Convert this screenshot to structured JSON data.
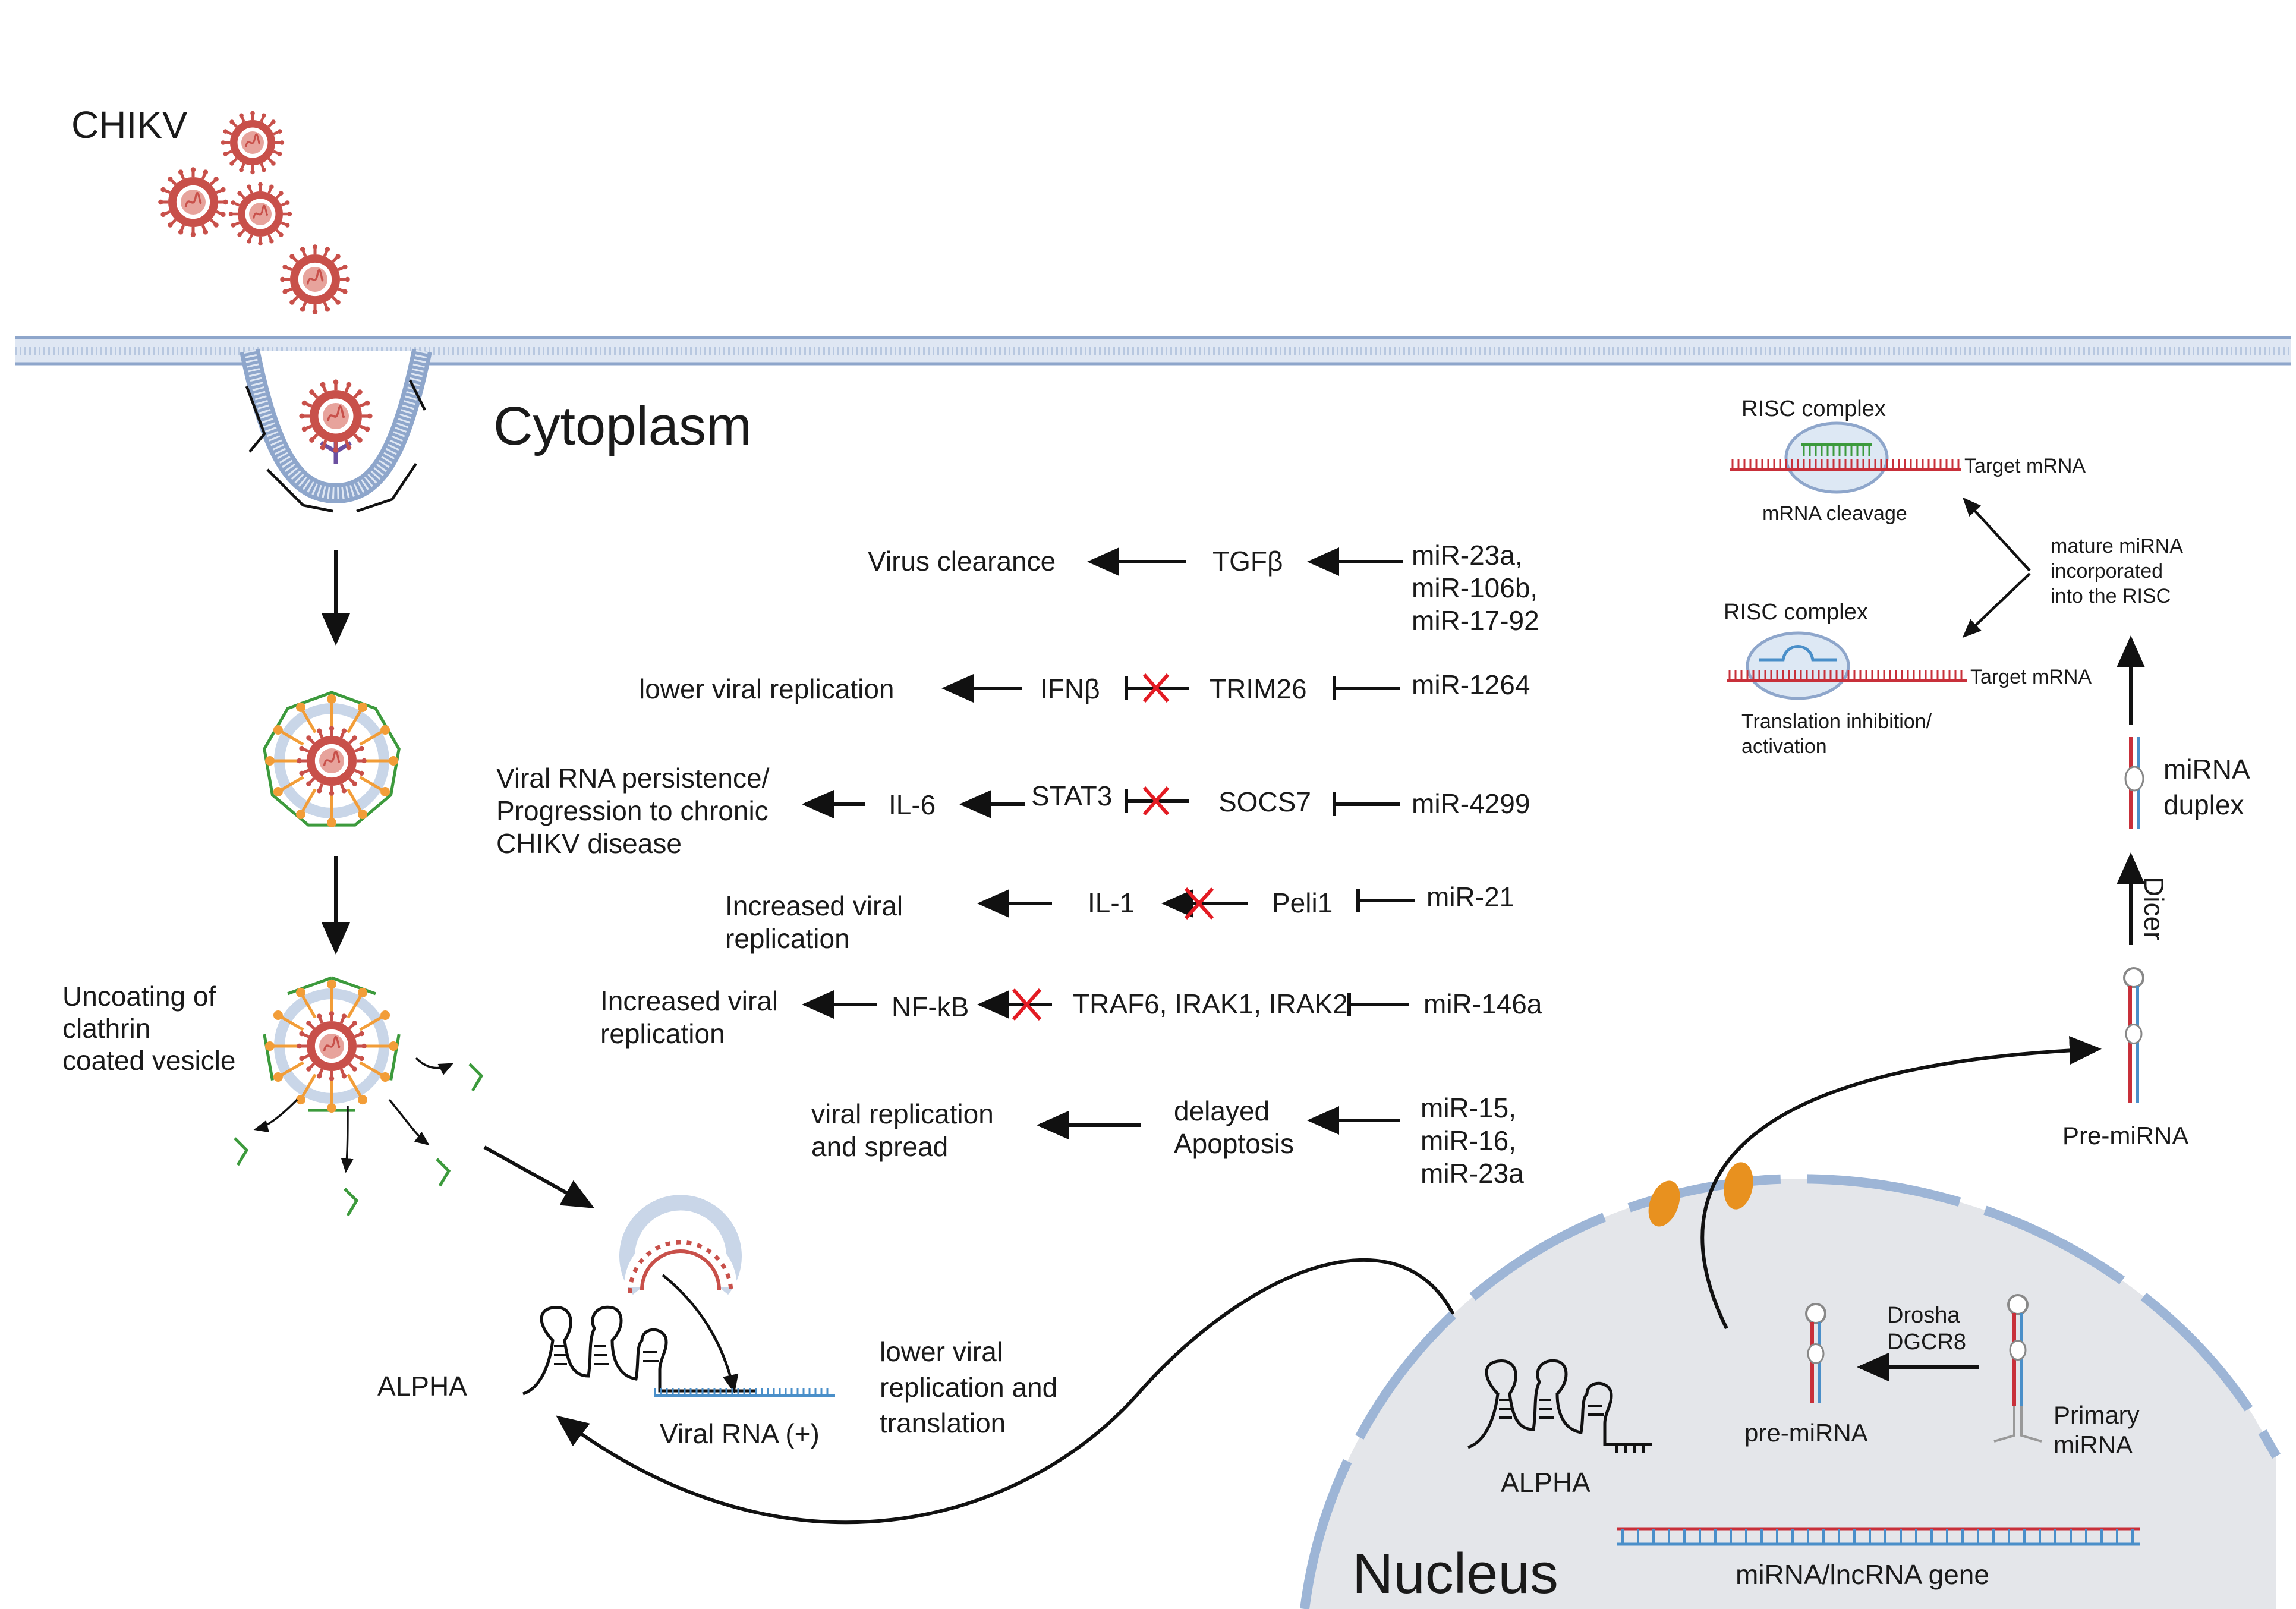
{
  "labels": {
    "chikv": "CHIKV",
    "cytoplasm": "Cytoplasm",
    "nucleus": "Nucleus",
    "uncoating": [
      "Uncoating of",
      "clathrin",
      "coated vesicle"
    ],
    "alpha_left": "ALPHA",
    "viral_rna": "Viral RNA (+)",
    "lower_translation": [
      "lower viral",
      "replication and",
      "translation"
    ],
    "alpha_nucleus": "ALPHA",
    "pre_mirna_nucleus": "pre-miRNA",
    "drosha": [
      "Drosha",
      "DGCR8"
    ],
    "primary_mirna": [
      "Primary",
      "miRNA"
    ],
    "gene": "miRNA/lncRNA gene",
    "pre_mirna_cyto": "Pre-miRNA",
    "dicer": "Dicer",
    "mirna_duplex": [
      "miRNA",
      "duplex"
    ],
    "risc_top": "RISC complex",
    "target_top": "Target mRNA",
    "cleavage": "mRNA cleavage",
    "incorporated": [
      "mature miRNA",
      "incorporated",
      "into the RISC"
    ],
    "risc_bottom": "RISC complex",
    "target_bottom": "Target mRNA",
    "translation_inhibition": [
      "Translation inhibition/",
      "activation"
    ]
  },
  "pathways": [
    {
      "outcome": [
        "Virus clearance"
      ],
      "mediators": [],
      "target": "TGFβ",
      "mirna": [
        "miR-23a,",
        "miR-106b,",
        "miR-17-92"
      ]
    },
    {
      "outcome": [
        "lower viral replication"
      ],
      "mediators": [
        "IFNβ"
      ],
      "target": "TRIM26",
      "mirna": [
        "miR-1264"
      ]
    },
    {
      "outcome": [
        "Viral RNA persistence/",
        "Progression to chronic",
        "CHIKV disease"
      ],
      "mediators": [
        "IL-6",
        "STAT3"
      ],
      "target": "SOCS7",
      "mirna": [
        "miR-4299"
      ]
    },
    {
      "outcome": [
        "Increased viral",
        "replication"
      ],
      "mediators": [
        "IL-1"
      ],
      "target": "Peli1",
      "mirna": [
        "miR-21"
      ]
    },
    {
      "outcome": [
        "Increased viral",
        "replication"
      ],
      "mediators": [
        "NF-kB"
      ],
      "target": "TRAF6, IRAK1, IRAK2",
      "mirna": [
        "miR-146a"
      ]
    },
    {
      "outcome": [
        "viral replication",
        "and spread"
      ],
      "mediators": [],
      "target": [
        "delayed",
        "Apoptosis"
      ],
      "mirna": [
        "miR-15,",
        "miR-16,",
        "miR-23a"
      ]
    }
  ],
  "colors": {
    "virus": "#c8504a",
    "membrane": "#a9bcd9",
    "nucleus": "#e4e6ea",
    "nuclear_envelope": "#9db5d6",
    "clathrin": "#2aa198",
    "coat_green": "#3c9a3c",
    "coat_orange": "#f29d38",
    "inhibition_x": "#e31b23",
    "rna_red": "#c8303a",
    "rna_blue": "#4a8fc9",
    "pore": "#e8911f"
  }
}
